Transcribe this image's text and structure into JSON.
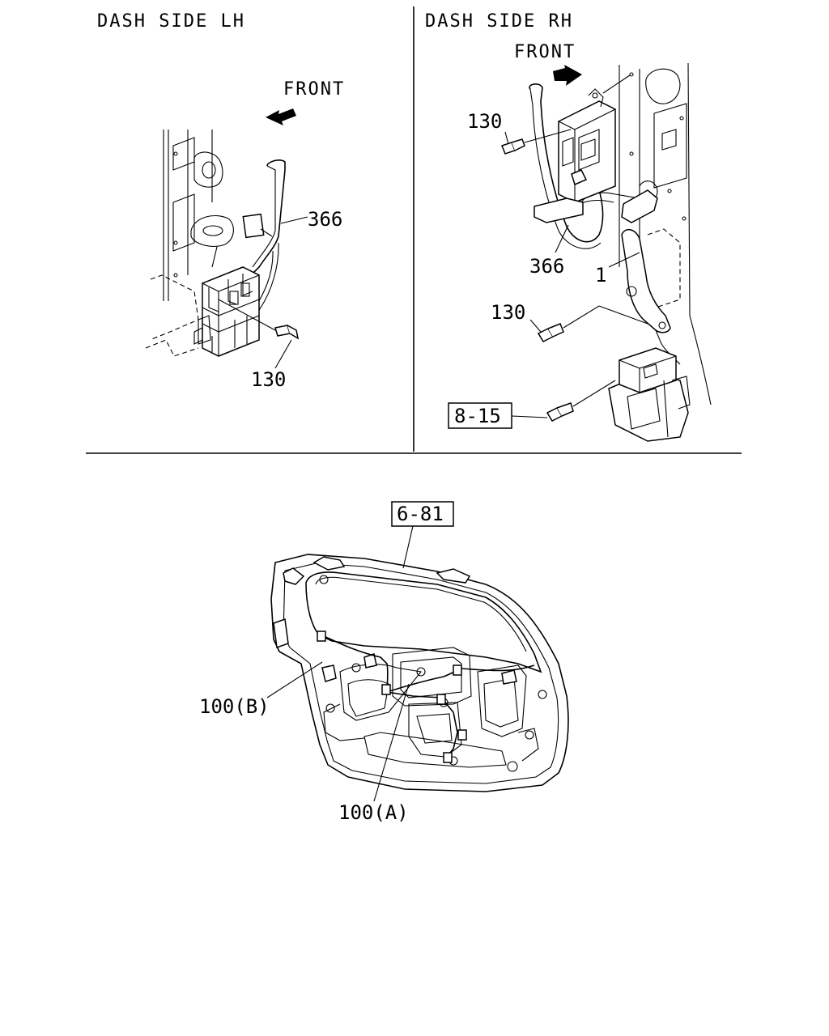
{
  "panels": {
    "lh": {
      "title": "DASH SIDE LH",
      "front": "FRONT",
      "callouts": [
        "366",
        "130"
      ]
    },
    "rh": {
      "title": "DASH SIDE RH",
      "front": "FRONT",
      "callouts": [
        "130",
        "366",
        "1",
        "130"
      ],
      "ref_box": "8-15"
    }
  },
  "tailgate": {
    "ref_box": "6-81",
    "callouts": [
      "100(B)",
      "100(A)"
    ]
  }
}
